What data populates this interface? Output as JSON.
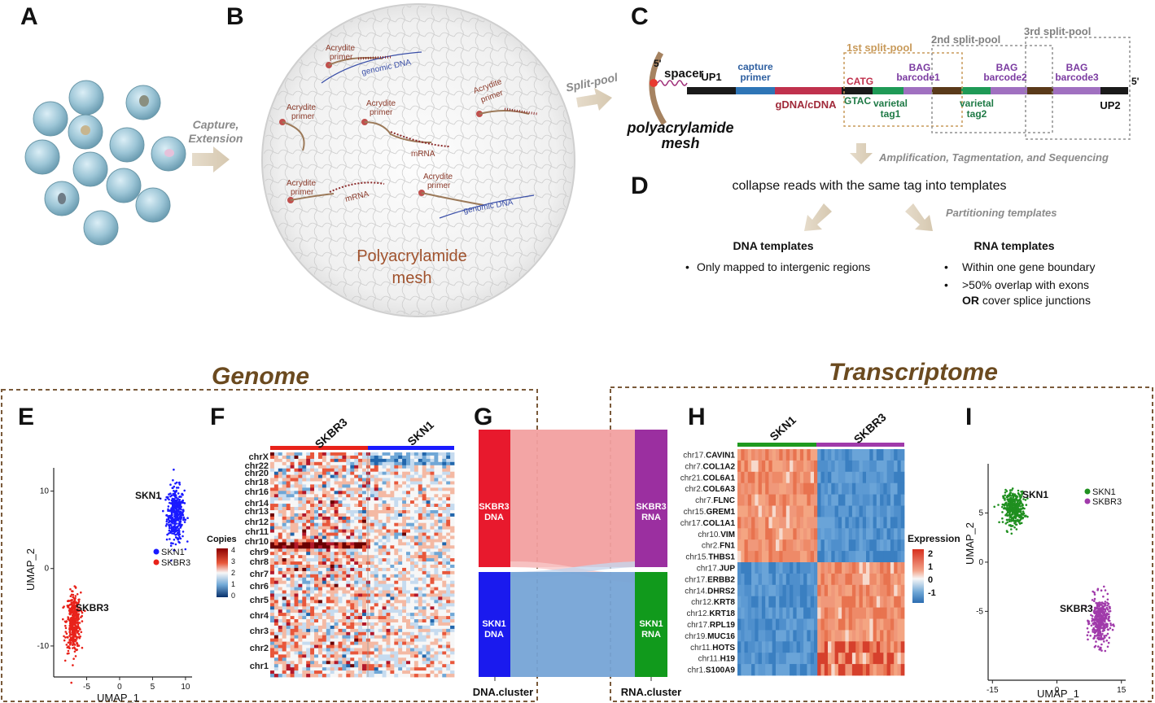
{
  "panel_labels": [
    "A",
    "B",
    "C",
    "D",
    "E",
    "F",
    "G",
    "H",
    "I"
  ],
  "panel_a": {
    "arrow_label_1": "Capture,",
    "arrow_label_2": "Extension"
  },
  "panel_b": {
    "primer_word_1": "Acrydite",
    "primer_word_2": "primer",
    "genomic_dna": "genomic DNA",
    "mrna": "mRNA",
    "mesh_label_1": "Polyacrylamide",
    "mesh_label_2": "mesh",
    "arrow_label": "Split-pool"
  },
  "panel_c": {
    "five_prime": "5'",
    "spacer": "spacer",
    "mesh_1": "polyacrylamide",
    "mesh_2": "mesh",
    "up1": "UP1",
    "capture_1": "capture",
    "capture_2": "primer",
    "gdna": "gDNA/cDNA",
    "catg": "CATG",
    "gtac": "GTAC",
    "pool1": "st split-pool",
    "pool1_num": "1",
    "pool2": "nd split-pool",
    "pool2_num": "2",
    "pool3": "rd split-pool",
    "pool3_num": "3",
    "bag": "BAG",
    "barcode1": "barcode1",
    "barcode2": "barcode2",
    "barcode3": "barcode3",
    "varietal": "varietal",
    "tag1": "tag1",
    "tag2": "tag2",
    "up2": "UP2",
    "five_prime_end": "5'",
    "amp_label": "Amplification, Tagmentation, and Sequencing"
  },
  "panel_d": {
    "collapse": "collapse reads with the same tag into templates",
    "partition": "Partitioning templates",
    "dna_title": "DNA templates",
    "dna_b1": "Only mapped to intergenic regions",
    "rna_title": "RNA templates",
    "rna_b1": "Within one gene boundary",
    "rna_b2": ">50% overlap with exons",
    "rna_b3_bold": "OR",
    "rna_b3_rest": " cover splice junctions",
    "bullet": "•"
  },
  "section_titles": {
    "genome": "Genome",
    "transcriptome": "Transcriptome"
  },
  "colors": {
    "skn1_blue": "#1a1aff",
    "skbr3_red": "#e8221a",
    "skn1_green": "#1f8f1f",
    "skbr3_purple": "#a03aaa",
    "heat_red": "#e8573b",
    "heat_blue": "#3a7fc1",
    "frame_brown": "#7a5a3a"
  },
  "chart_data": [
    {
      "type": "scatter",
      "panel": "E",
      "xlabel": "UMAP_1",
      "ylabel": "UMAP_2",
      "xticks": [
        "-5",
        "0",
        "5",
        "10"
      ],
      "yticks": [
        "10",
        "0",
        "-10"
      ],
      "xlim": [
        -10,
        11
      ],
      "ylim": [
        -14,
        13
      ],
      "legend_placement": "right",
      "series": [
        {
          "name": "SKN1",
          "color": "#1a1aff",
          "center": [
            8.5,
            7
          ],
          "spread": [
            1.2,
            3.2
          ]
        },
        {
          "name": "SKBR3",
          "color": "#e8221a",
          "center": [
            -7,
            -7
          ],
          "spread": [
            1.0,
            3.5
          ]
        }
      ],
      "cluster_labels": [
        "SKN1",
        "SKBR3"
      ]
    },
    {
      "type": "heatmap",
      "panel": "F",
      "columns_groups": [
        "SKBR3",
        "SKN1"
      ],
      "rows": [
        "chrX",
        "chr22",
        "chr20",
        "chr18",
        "chr16",
        "chr14",
        "chr13",
        "chr12",
        "chr11",
        "chr10",
        "chr9",
        "chr8",
        "chr7",
        "chr6",
        "chr5",
        "chr4",
        "chr3",
        "chr2",
        "chr1"
      ],
      "legend_title": "Copies",
      "legend_ticks": [
        "4",
        "3",
        "2",
        "1",
        "0"
      ]
    },
    {
      "type": "sankey",
      "panel": "G",
      "left_nodes": [
        {
          "label_1": "SKBR3",
          "label_2": "DNA"
        },
        {
          "label_1": "SKN1",
          "label_2": "DNA"
        }
      ],
      "right_nodes": [
        {
          "label_1": "SKBR3",
          "label_2": "RNA"
        },
        {
          "label_1": "SKN1",
          "label_2": "RNA"
        }
      ],
      "left_axis": "DNA.cluster",
      "right_axis": "RNA.cluster"
    },
    {
      "type": "heatmap",
      "panel": "H",
      "columns_groups": [
        "SKN1",
        "SKBR3"
      ],
      "row_prefixes": [
        "chr17.",
        "chr7.",
        "chr21.",
        "chr2.",
        "chr7.",
        "chr15.",
        "chr17.",
        "chr10.",
        "chr2.",
        "chr15.",
        "chr17.",
        "chr17.",
        "chr14.",
        "chr12.",
        "chr12.",
        "chr17.",
        "chr19.",
        "chr11.",
        "chr11.",
        "chr1."
      ],
      "row_genes": [
        "CAVIN1",
        "COL1A2",
        "COL6A1",
        "COL6A3",
        "FLNC",
        "GREM1",
        "COL1A1",
        "VIM",
        "FN1",
        "THBS1",
        "JUP",
        "ERBB2",
        "DHRS2",
        "KRT8",
        "KRT18",
        "RPL19",
        "MUC16",
        "HOTS",
        "H19",
        "S100A9"
      ],
      "legend_title": "Expression",
      "legend_ticks": [
        "2",
        "1",
        "0",
        "-1"
      ]
    },
    {
      "type": "scatter",
      "panel": "I",
      "xlabel": "UMAP_1",
      "ylabel": "UMAP_2",
      "xticks": [
        "-15",
        "0",
        "15"
      ],
      "yticks": [
        "5",
        "0",
        "-5"
      ],
      "xlim": [
        -16,
        16
      ],
      "ylim": [
        -12,
        10
      ],
      "legend_placement": "top-right",
      "series": [
        {
          "name": "SKN1",
          "color": "#1f8f1f",
          "center": [
            -10,
            5.5
          ],
          "spread": [
            2.2,
            1.5
          ]
        },
        {
          "name": "SKBR3",
          "color": "#a03aaa",
          "center": [
            10,
            -6
          ],
          "spread": [
            2.0,
            2.2
          ]
        }
      ],
      "cluster_labels": [
        "SKN1",
        "SKBR3"
      ]
    }
  ]
}
